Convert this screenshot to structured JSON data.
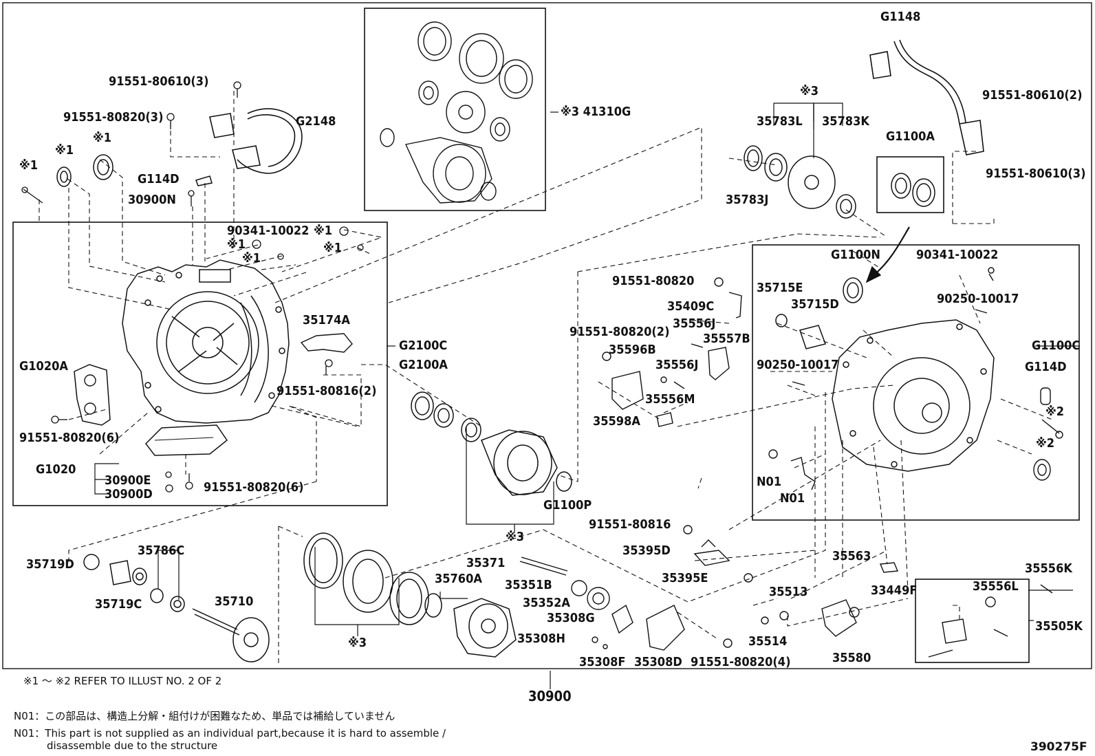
{
  "figure_number": "390275F",
  "assembly_number": "30900",
  "refer_note": "※1 ～ ※2 REFER TO ILLUST NO. 2 OF 2",
  "notes": {
    "n01_jp": "N01：この部品は、構造上分解・組付けが困難なため、単品では補給していません",
    "n01_en_1": "N01：This part is not supplied as an individual part,because it is hard to assemble /",
    "n01_en_2": "disassemble due to the structure"
  },
  "labels": {
    "p91551_80610_3a": "91551-80610(3)",
    "p91551_80820_3": "91551-80820(3)",
    "g2148": "G2148",
    "mark1_a": "※1",
    "mark1_b": "※1",
    "mark1_c": "※1",
    "g114d_a": "G114D",
    "p30900n": "30900N",
    "p90341_10022_a": "90341-10022",
    "mark1_d": "※1",
    "mark1_e": "※1",
    "mark1_f": "※1",
    "mark1_g": "※1",
    "p35174a": "35174A",
    "g2100c": "G2100C",
    "g1020a": "G1020A",
    "p91551_80816_2": "91551-80816(2)",
    "p91551_80820_6a": "91551-80820(6)",
    "g1020": "G1020",
    "p30900e": "30900E",
    "p30900d": "30900D",
    "p91551_80820_6b": "91551-80820(6)",
    "p41310g": "※3 41310G",
    "g2100a": "G2100A",
    "mark3_a": "※3",
    "g1100p": "G1100P",
    "p35719d": "35719D",
    "p35786c": "35786C",
    "p35719c": "35719C",
    "p35710": "35710",
    "mark3_b": "※3",
    "p35760a": "35760A",
    "p35371": "35371",
    "p35351b": "35351B",
    "p35352a": "35352A",
    "p35308g": "35308G",
    "p35308h": "35308H",
    "p35308f": "35308F",
    "p35308d": "35308D",
    "p91551_80820_4": "91551-80820(4)",
    "p91551_80816": "91551-80816",
    "p35395d": "35395D",
    "p35395e": "35395E",
    "mark3_c": "※3",
    "p35783l": "35783L",
    "p35783k": "35783K",
    "p35783j": "35783J",
    "g1148": "G1148",
    "p91551_80610_2": "91551-80610(2)",
    "g1100a": "G1100A",
    "p91551_80610_3b": "91551-80610(3)",
    "g1100n": "G1100N",
    "p90341_10022_b": "90341-10022",
    "p91551_80820_a": "91551-80820",
    "p35715e": "35715E",
    "p35715d": "35715D",
    "p90250_10017_a": "90250-10017",
    "p35409c": "35409C",
    "p35556j_a": "35556J",
    "p91551_80820_2": "91551-80820(2)",
    "p35557b": "35557B",
    "p35596b": "35596B",
    "p35556j_b": "35556J",
    "p90250_10017_b": "90250-10017",
    "g1100c": "G1100C",
    "g114d_b": "G114D",
    "p35556m": "35556M",
    "p35598a": "35598A",
    "mark2_a": "※2",
    "mark2_b": "※2",
    "n01_a": "N01",
    "n01_b": "N01",
    "p35556k": "35556K",
    "p35563": "35563",
    "p33449f": "33449F",
    "p35513": "35513",
    "p35556l": "35556L",
    "p35514": "35514",
    "p35505k": "35505K",
    "p35580": "35580"
  }
}
